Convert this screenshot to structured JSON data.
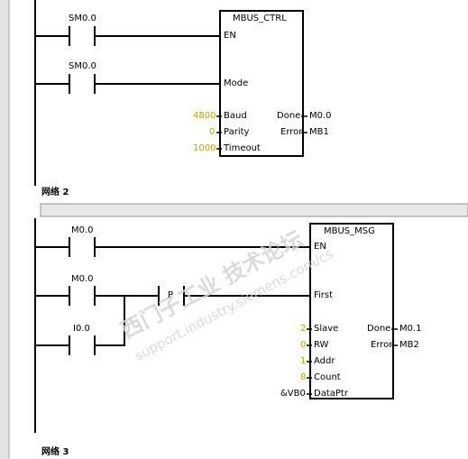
{
  "colors": {
    "param_value": "#c8a000",
    "scroll_bg": "#e4e4e4",
    "network_bar_bg": "#e8e8e8",
    "watermark": "#d8d8d8"
  },
  "network1": {
    "contacts": [
      {
        "label": "SM0.0"
      },
      {
        "label": "SM0.0"
      }
    ],
    "block": {
      "title": "MBUS_CTRL",
      "pins_left": [
        "EN",
        "Mode",
        "Baud",
        "Parity",
        "Timeout"
      ],
      "pins_right": [
        "Done",
        "Error"
      ],
      "values_left": {
        "Baud": "4800",
        "Parity": "0",
        "Timeout": "1000"
      },
      "outputs": {
        "Done": "M0.0",
        "Error": "MB1"
      }
    }
  },
  "network2": {
    "title": "网络 2",
    "contacts": [
      {
        "label": "M0.0"
      },
      {
        "label": "M0.0"
      },
      {
        "label": "I0.0"
      }
    ],
    "edge_contact": "P",
    "block": {
      "title": "MBUS_MSG",
      "pins_left": [
        "EN",
        "First",
        "Slave",
        "RW",
        "Addr",
        "Count",
        "DataPtr"
      ],
      "pins_right": [
        "Done",
        "Error"
      ],
      "values_left": {
        "Slave": "2",
        "RW": "0",
        "Addr": "1",
        "Count": "8",
        "DataPtr": "&VB0"
      },
      "outputs": {
        "Done": "M0.1",
        "Error": "MB2"
      }
    }
  },
  "network3": {
    "title": "网络 3"
  },
  "watermark": {
    "line1": "西门子工业  技术论坛",
    "line2": "support.industry.siemens.com/cs"
  }
}
